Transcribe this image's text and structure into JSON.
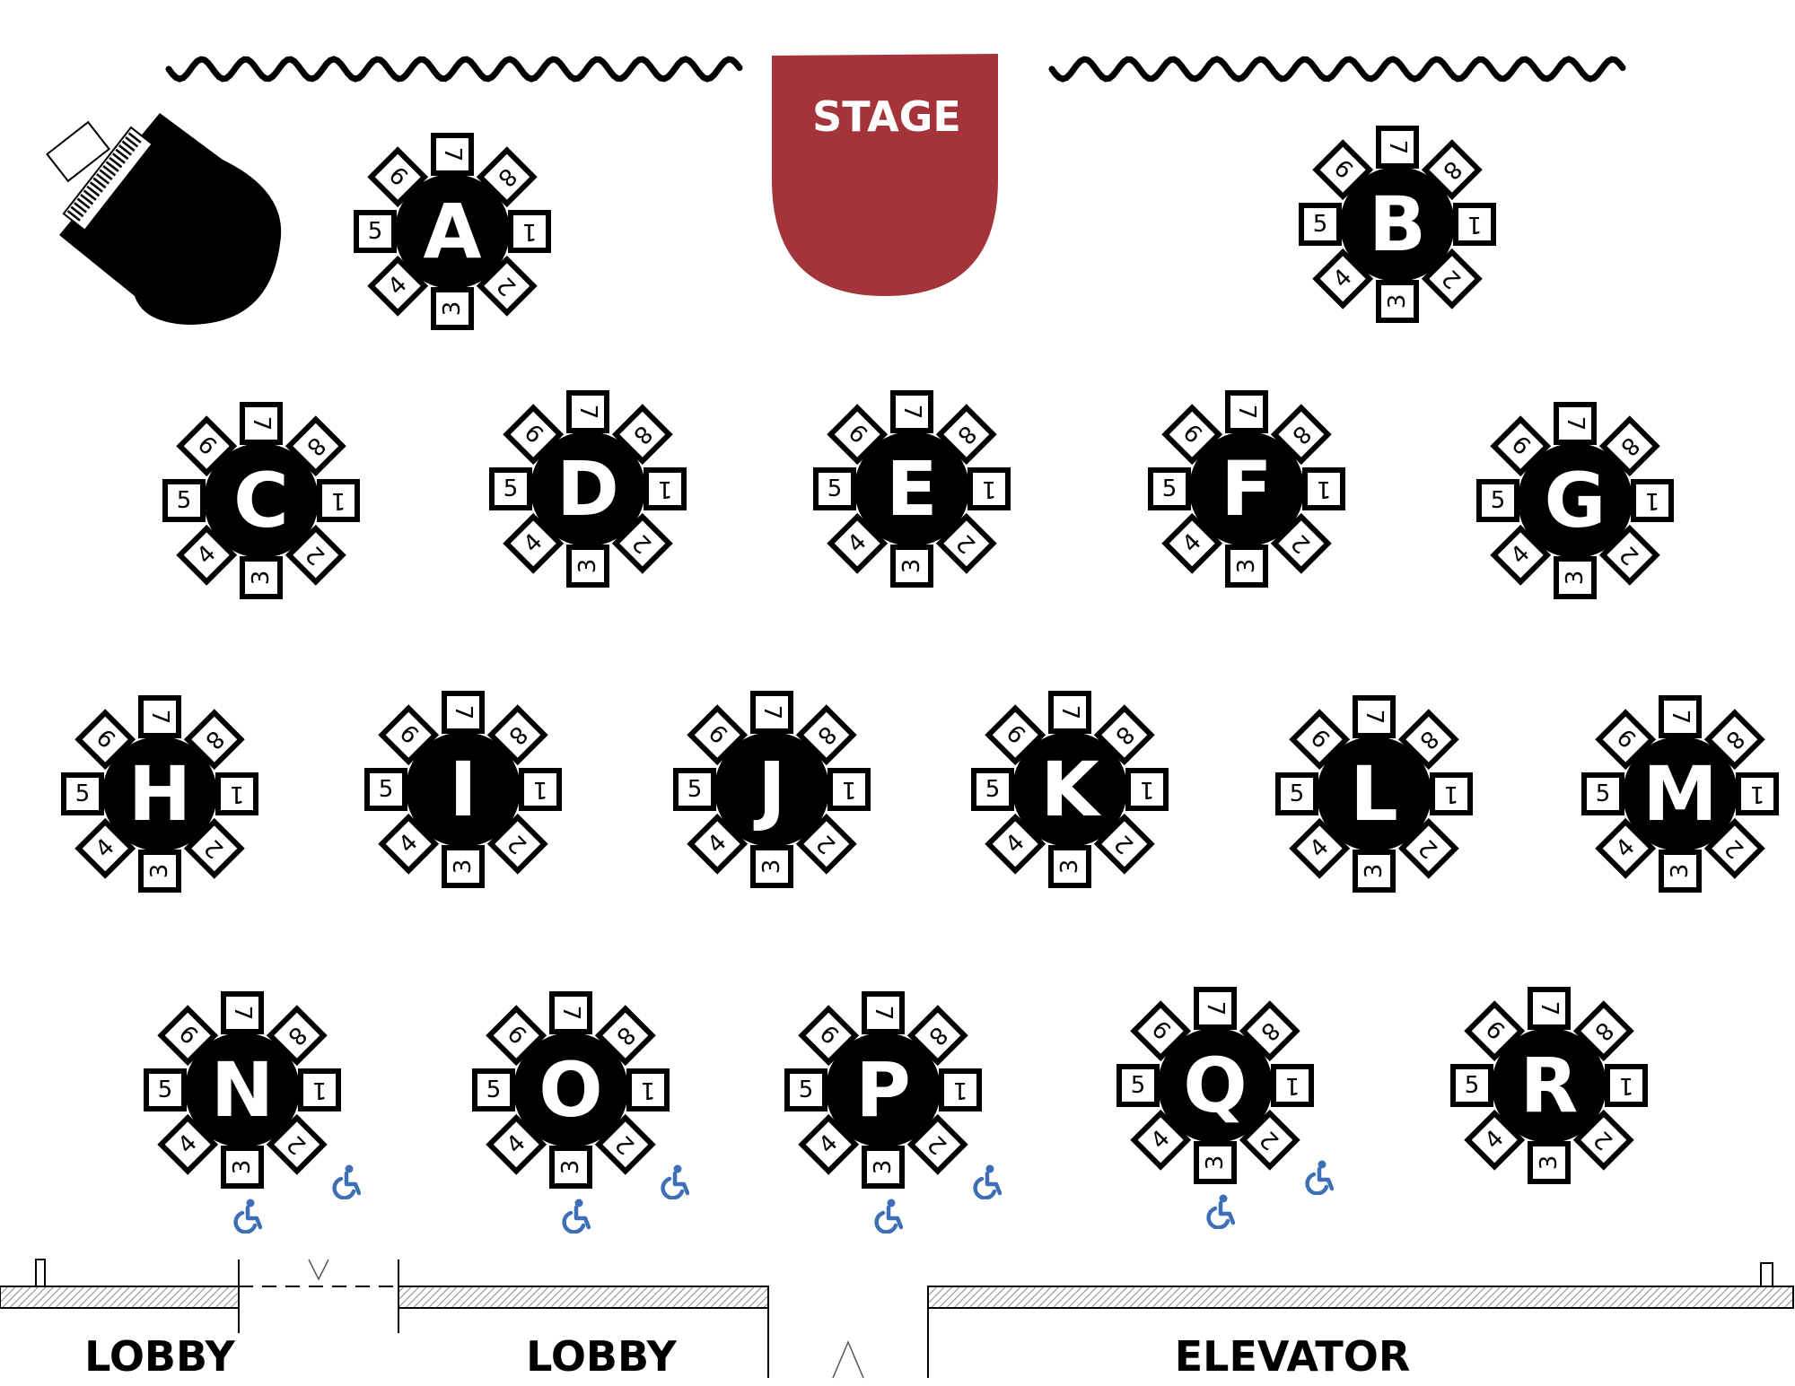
{
  "stage": {
    "label": "STAGE",
    "color": "#a4343a"
  },
  "seats": [
    "1",
    "2",
    "3",
    "4",
    "5",
    "6",
    "7",
    "8"
  ],
  "tables": [
    {
      "letter": "A"
    },
    {
      "letter": "B"
    },
    {
      "letter": "C"
    },
    {
      "letter": "D"
    },
    {
      "letter": "E"
    },
    {
      "letter": "F"
    },
    {
      "letter": "G"
    },
    {
      "letter": "H"
    },
    {
      "letter": "I"
    },
    {
      "letter": "J"
    },
    {
      "letter": "K"
    },
    {
      "letter": "L"
    },
    {
      "letter": "M"
    },
    {
      "letter": "N",
      "accessible_seats": 2
    },
    {
      "letter": "O",
      "accessible_seats": 2
    },
    {
      "letter": "P",
      "accessible_seats": 2
    },
    {
      "letter": "Q",
      "accessible_seats": 2
    },
    {
      "letter": "R"
    }
  ],
  "labels": {
    "lobby_left": "LOBBY",
    "lobby_center": "LOBBY",
    "elevator": "ELEVATOR"
  },
  "colors": {
    "accessible_icon": "#3d6fb6",
    "wall_hatch": "#888888"
  },
  "icons": {
    "piano": "grand-piano-icon",
    "accessible": "wheelchair-icon"
  }
}
